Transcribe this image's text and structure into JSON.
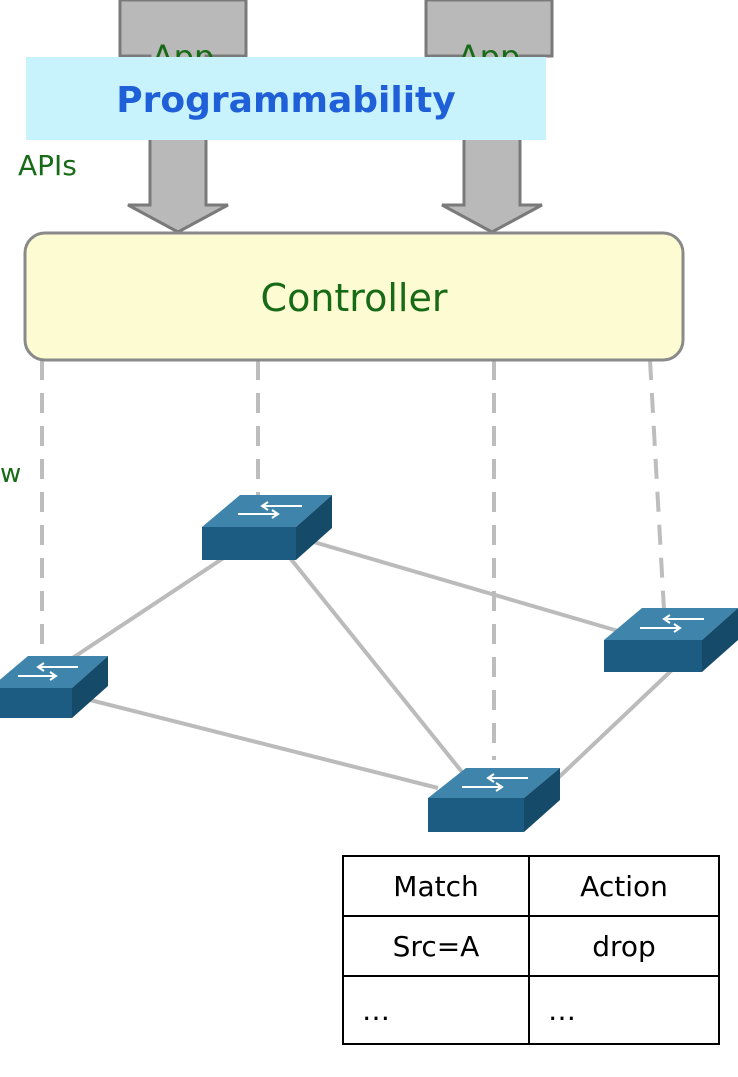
{
  "apps": [
    "App",
    "App"
  ],
  "programmability_label": "Programmability",
  "apis_label": "APIs",
  "controller_label": "Controller",
  "cutoff_label": "w",
  "colors": {
    "arrow_fill": "#b9b9b9",
    "arrow_stroke": "#7a7a7a",
    "prog_bg": "#c8f3fd",
    "prog_text": "#1f5fd8",
    "green_text": "#186b16",
    "controller_fill": "#fcfbd2",
    "controller_stroke": "#8a8a8a",
    "dashed": "#bdbdbd",
    "link": "#bbbbbb",
    "switch_top": "#3e84ab",
    "switch_front": "#1c5c82",
    "switch_side": "#164a69"
  },
  "switches": [
    "switch-top",
    "switch-left",
    "switch-right",
    "switch-bottom"
  ],
  "flow_table": {
    "headers": [
      "Match",
      "Action"
    ],
    "rows": [
      [
        "Src=A",
        "drop"
      ],
      [
        "…",
        "…"
      ]
    ]
  }
}
